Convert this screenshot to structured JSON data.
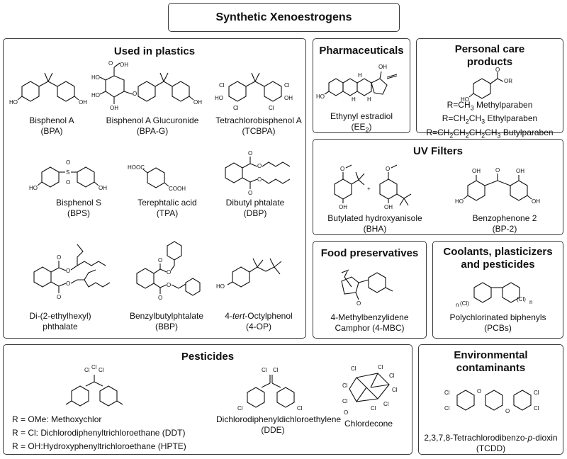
{
  "main_title": "Synthetic Xenoestrogens",
  "plastics": {
    "title": "Used in plastics",
    "items": [
      {
        "name": "Bisphenol A",
        "abbr": "(BPA)"
      },
      {
        "name": "Bisphenol A Glucuronide",
        "abbr": "(BPA-G)"
      },
      {
        "name": "Tetrachlorobisphenol A",
        "abbr": "(TCBPA)"
      },
      {
        "name": "Bisphenol S",
        "abbr": "(BPS)"
      },
      {
        "name": "Terephtalic acid",
        "abbr": "(TPA)"
      },
      {
        "name": "Dibutyl phtalate",
        "abbr": "(DBP)"
      },
      {
        "name": "Di-(2-ethylhexyl)",
        "abbr": "phthalate"
      },
      {
        "name": "Benzylbutylphtalate",
        "abbr": "(BBP)"
      },
      {
        "name_pre": "4-",
        "name_em": "tert",
        "name_post": "-Octylphenol",
        "abbr": "(4-OP)"
      }
    ]
  },
  "pharmaceuticals": {
    "title": "Pharmaceuticals",
    "name": "Ethynyl estradiol",
    "abbr_main": "(EE",
    "abbr_sub": "2",
    "abbr_end": ")"
  },
  "personal_care": {
    "title_line1": "Personal care",
    "title_line2": "products",
    "rows": [
      {
        "pre": "R=CH",
        "sub": "3",
        "post": " Methylparaben"
      },
      {
        "pre": "R=CH",
        "sub": "2",
        "mid": "CH",
        "sub2": "3",
        "post": " Ethylparaben"
      },
      {
        "pre": "R=CH",
        "sub": "2",
        "mid": "CH",
        "sub2": "2",
        "mid2": "CH",
        "sub3": "2",
        "mid3": "CH",
        "sub4": "3",
        "post": " Butylparaben"
      }
    ]
  },
  "uv_filters": {
    "title": "UV Filters",
    "items": [
      {
        "name": "Butylated hydroxyanisole",
        "abbr": "(BHA)"
      },
      {
        "name": "Benzophenone 2",
        "abbr": "(BP-2)"
      }
    ]
  },
  "food": {
    "title": "Food preservatives",
    "name": "4-Methylbenzylidene",
    "abbr": "Camphor (4-MBC)"
  },
  "coolants": {
    "title_line1": "Coolants, plasticizers",
    "title_line2": "and pesticides",
    "name": "Polychlorinated biphenyls",
    "abbr": "(PCBs)"
  },
  "pesticides": {
    "title": "Pesticides",
    "r_rows": [
      {
        "r": "R = OMe:",
        "name": " Methoxychlor"
      },
      {
        "r": "R = Cl:",
        "name": " Dichlorodiphenyltrichloroethane (DDT)"
      },
      {
        "r": "R = OH:",
        "name": "Hydroxyphenyltrichloroethane (HPTE)"
      }
    ],
    "dde": "Dichlorodiphenyldichloroethylene",
    "dde_abbr": "(DDE)",
    "chlordecone": "Chlordecone"
  },
  "environmental": {
    "title_line1": "Environmental",
    "title_line2": "contaminants",
    "name_pre": "2,3,7,8-Tetrachlorodibenzo-",
    "name_em": "p",
    "name_post": "-dioxin",
    "abbr": "(TCDD)"
  },
  "atoms": {
    "ho": "HO",
    "oh": "OH",
    "cl": "Cl",
    "o": "O",
    "oh_plus": "+",
    "or": "OR",
    "cooh": "COOH",
    "hooc": "HOOC",
    "s": "S",
    "h": "H",
    "cln": "(Cl)",
    "n": "n"
  }
}
